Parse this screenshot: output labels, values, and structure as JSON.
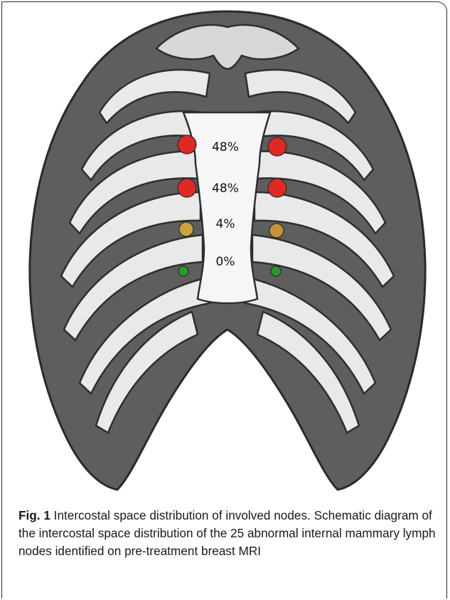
{
  "figure": {
    "rows": [
      {
        "percent": "48%",
        "node_color": "#dd2a24",
        "node_size": "large"
      },
      {
        "percent": "48%",
        "node_color": "#dd2a24",
        "node_size": "large"
      },
      {
        "percent": "4%",
        "node_color": "#c7a43c",
        "node_size": "medium"
      },
      {
        "percent": "0%",
        "node_color": "#2a9a2a",
        "node_size": "small"
      }
    ]
  },
  "caption": {
    "label": "Fig. 1",
    "text": " Intercostal space distribution of involved nodes. Schematic diagram of the intercostal space distribution of the 25 abnormal internal mammary lymph nodes identified on pre-treatment breast MRI"
  }
}
